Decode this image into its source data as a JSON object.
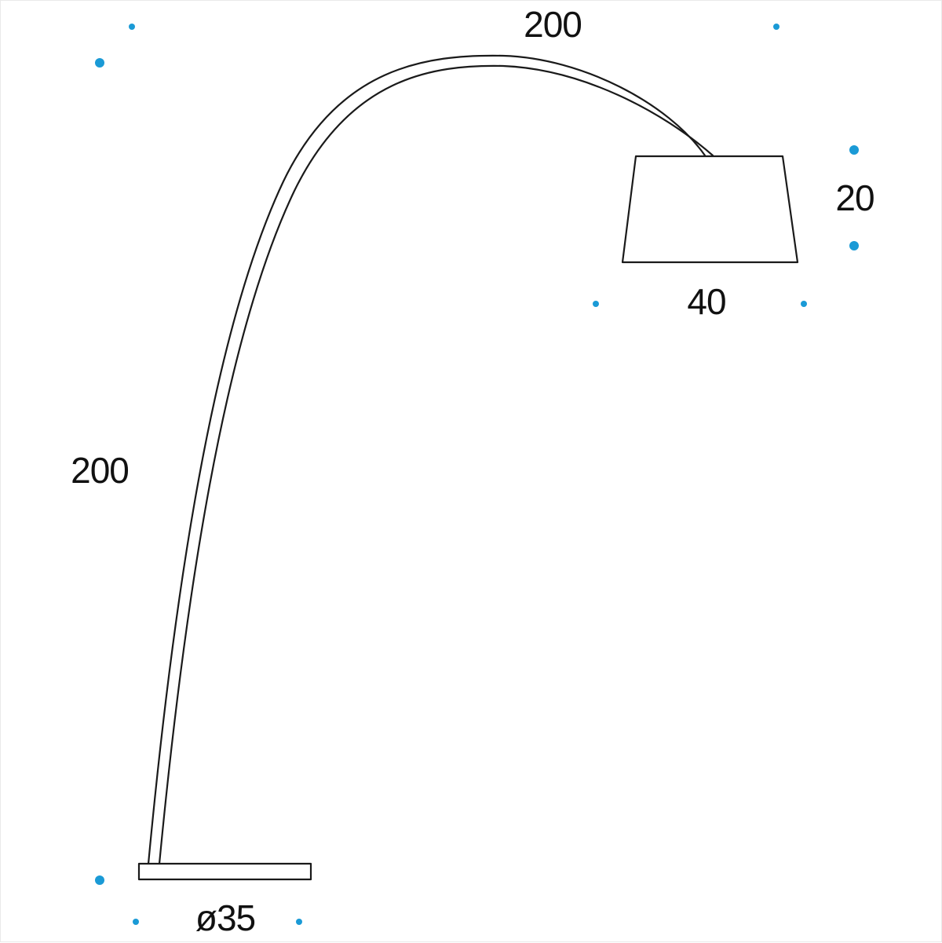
{
  "diagram": {
    "subject": "arc floor lamp dimension drawing",
    "dimensions": {
      "arc_width": "200",
      "height": "200",
      "shade_height": "20",
      "shade_width": "40",
      "base_diameter": "ø35"
    },
    "marker_color": "#1a9ad6",
    "line_color": "#1a1a1a"
  }
}
